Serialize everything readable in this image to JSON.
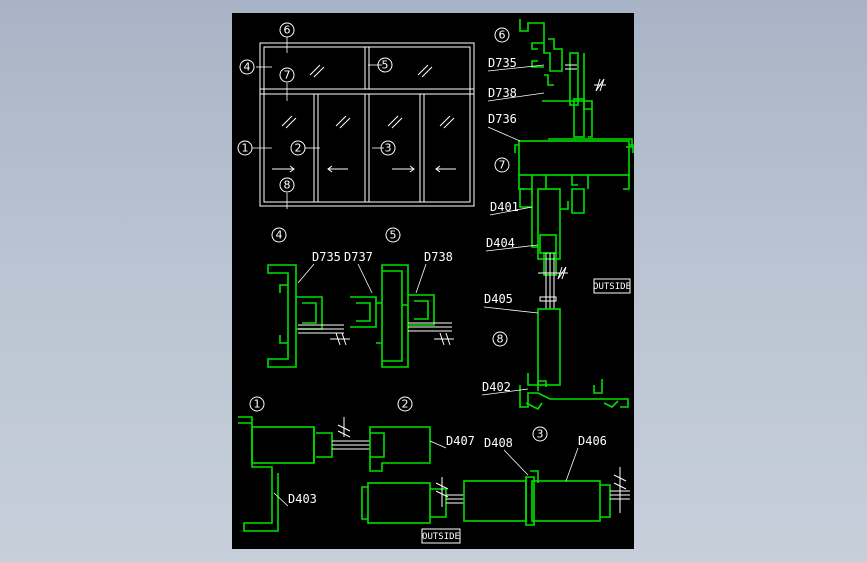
{
  "detail_markers": {
    "m1": "1",
    "m2": "2",
    "m3": "3",
    "m4": "4",
    "m5": "5",
    "m6": "6",
    "m7": "7",
    "m8": "8"
  },
  "profile_codes": {
    "D735": "D735",
    "D736": "D736",
    "D737": "D737",
    "D738": "D738",
    "D401": "D401",
    "D402": "D402",
    "D403": "D403",
    "D404": "D404",
    "D405": "D405",
    "D406": "D406",
    "D407": "D407",
    "D408": "D408"
  },
  "outside_label": "OUTSIDE",
  "colors": {
    "background": "#000000",
    "profile": "#00e000",
    "linework": "#ffffff"
  }
}
